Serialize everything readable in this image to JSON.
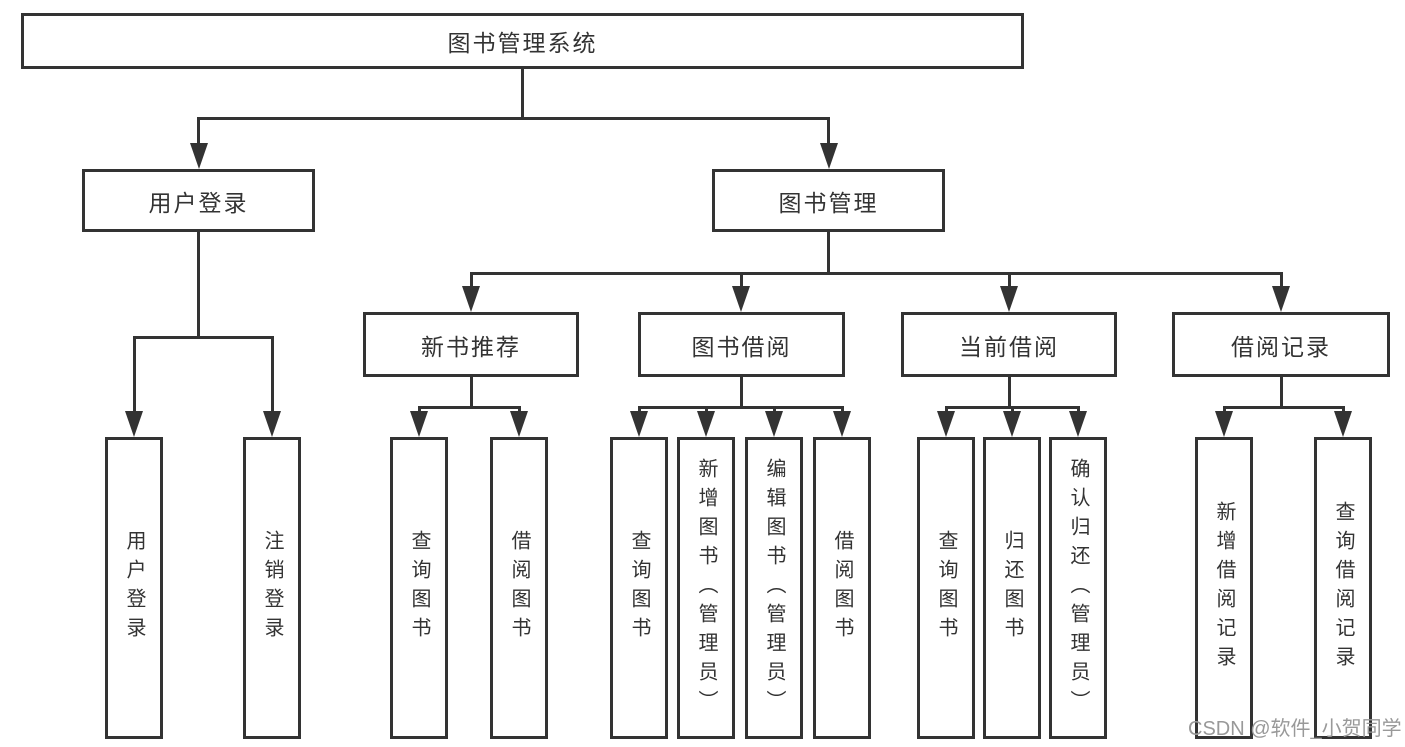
{
  "colors": {
    "line": "#333333",
    "text": "#333333",
    "box_background": "#ffffff",
    "page_background": "#ffffff",
    "watermark": "#999999"
  },
  "diagram": {
    "root": {
      "label": "图书管理系统"
    },
    "level2": [
      {
        "label": "用户登录"
      },
      {
        "label": "图书管理"
      }
    ],
    "level3": [
      {
        "label": "新书推荐"
      },
      {
        "label": "图书借阅"
      },
      {
        "label": "当前借阅"
      },
      {
        "label": "借阅记录"
      }
    ],
    "leaves": {
      "user_login": [
        {
          "label": "用户登录"
        },
        {
          "label": "注销登录"
        }
      ],
      "new_book_recommendation": [
        {
          "label": "查询图书"
        },
        {
          "label": "借阅图书"
        }
      ],
      "book_borrowing": [
        {
          "label": "查询图书"
        },
        {
          "label": "新增图书（管理员）"
        },
        {
          "label": "编辑图书（管理员）"
        },
        {
          "label": "借阅图书"
        }
      ],
      "current_borrowing": [
        {
          "label": "查询图书"
        },
        {
          "label": "归还图书"
        },
        {
          "label": "确认归还（管理员）"
        }
      ],
      "borrowing_records": [
        {
          "label": "新增借阅记录"
        },
        {
          "label": "查询借阅记录"
        }
      ]
    }
  },
  "watermark": {
    "text": "CSDN @软件_小贺同学"
  }
}
